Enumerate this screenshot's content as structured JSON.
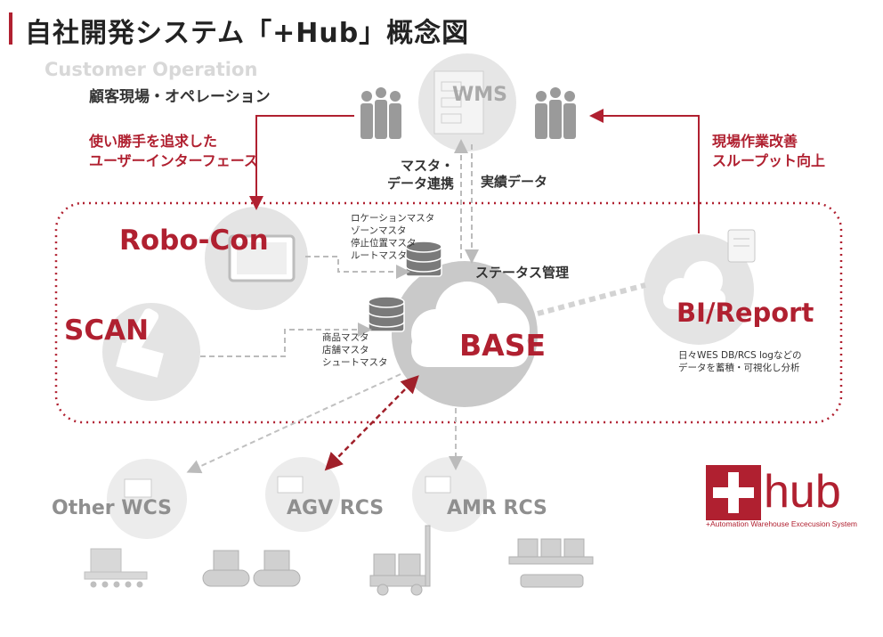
{
  "title": "自社開発システム「+Hub」概念図",
  "customer": {
    "en": "Customer Operation",
    "jp": "顧客現場・オペレーション"
  },
  "wms": {
    "label": "WMS"
  },
  "notes": {
    "left_red": [
      "使い勝手を追求した",
      "ユーザーインターフェース"
    ],
    "right_red": [
      "現場作業改善",
      "スループット向上"
    ],
    "master_sync": [
      "マスタ・",
      "データ連携"
    ],
    "actual_data": "実績データ",
    "status_mgmt": "ステータス管理",
    "robocon_masters": [
      "ロケーションマスタ",
      "ゾーンマスタ",
      "停止位置マスタ",
      "ルートマスタ"
    ],
    "scan_masters": [
      "商品マスタ",
      "店舗マスタ",
      "シュートマスタ"
    ],
    "bi_desc": [
      "日々WES DB/RCS logなどの",
      "データを蓄積・可視化し分析"
    ]
  },
  "nodes": {
    "robocon": "Robo-Con",
    "scan": "SCAN",
    "base": "BASE",
    "bi": "BI/Report",
    "other_wcs": "Other WCS",
    "agv": "AGV RCS",
    "amr": "AMR RCS"
  },
  "logo": {
    "text": "hub",
    "tagline": "+Automation Warehouse Excecusion System"
  },
  "colors": {
    "brand_red": "#b02030",
    "circle_grey": "#e4e4e4",
    "base_grey": "#c9c9c9",
    "label_grey": "#8f8f8f"
  }
}
